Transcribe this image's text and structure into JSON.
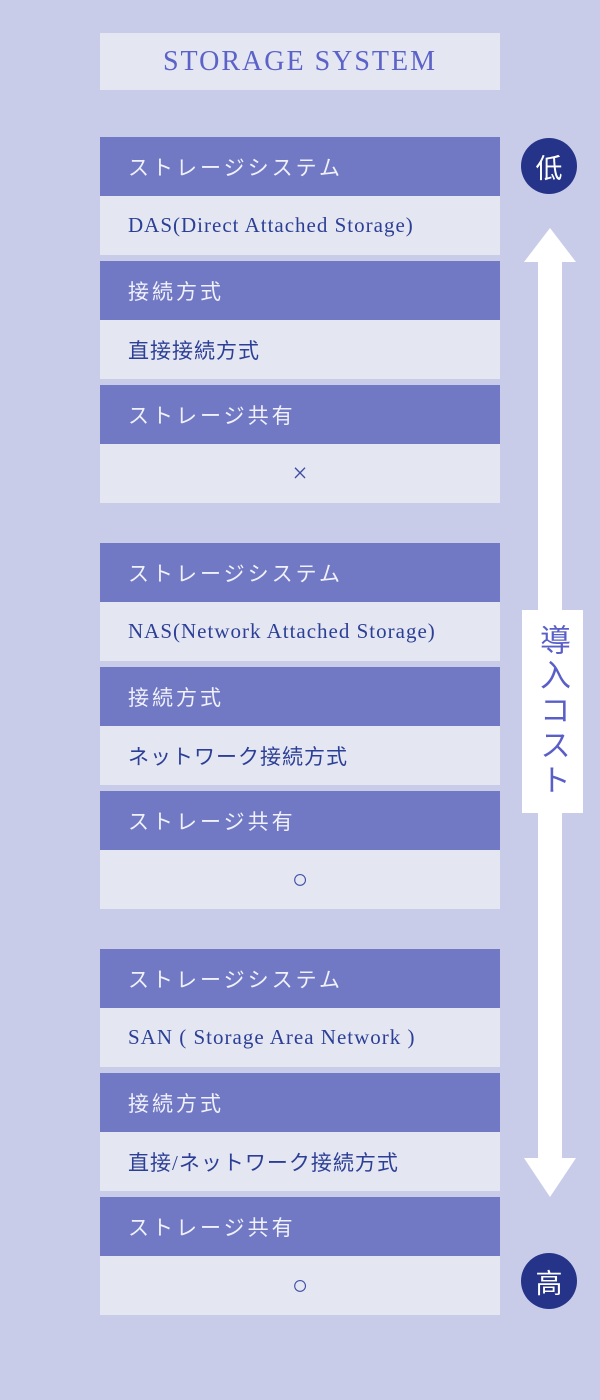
{
  "title": {
    "text": "STORAGE SYSTEM"
  },
  "cards": [
    {
      "system": "DAS",
      "rows": [
        {
          "label": "storage-system-header",
          "text": "ストレージシステム"
        },
        {
          "label": "storage-type",
          "text": "DAS(Direct Attached Storage)"
        },
        {
          "label": "connection-header",
          "text": "接続方式"
        },
        {
          "label": "connection-type",
          "text": "直接接続方式"
        },
        {
          "label": "sharing-header",
          "text": "ストレージ共有"
        },
        {
          "label": "sharing-value",
          "text": "×"
        }
      ]
    },
    {
      "system": "NAS",
      "rows": [
        {
          "label": "storage-system-header",
          "text": "ストレージシステム"
        },
        {
          "label": "storage-type",
          "text": "NAS(Network Attached Storage)"
        },
        {
          "label": "connection-header",
          "text": "接続方式"
        },
        {
          "label": "connection-type",
          "text": "ネットワーク接続方式"
        },
        {
          "label": "sharing-header",
          "text": "ストレージ共有"
        },
        {
          "label": "sharing-value",
          "text": "○"
        }
      ]
    },
    {
      "system": "SAN",
      "rows": [
        {
          "label": "storage-system-header",
          "text": "ストレージシステム"
        },
        {
          "label": "storage-type",
          "text": "SAN ( Storage Area Network )"
        },
        {
          "label": "connection-header",
          "text": "接続方式"
        },
        {
          "label": "connection-type",
          "text": "直接/ネットワーク接続方式"
        },
        {
          "label": "sharing-header",
          "text": "ストレージ共有"
        },
        {
          "label": "sharing-value",
          "text": "○"
        }
      ]
    }
  ],
  "cost_axis": {
    "low_label": "低",
    "axis_label": "導入コスト",
    "high_label": "高"
  },
  "colors": {
    "background": "#c9cce8",
    "header_row": "#7279c4",
    "value_row": "#e4e6f1",
    "title_box": "#e4e6f2",
    "title_text": "#5b62c8",
    "header_text": "#f0f1fa",
    "value_text": "#2c3f96",
    "symbol_text": "#3d4da5",
    "badge": "#253489",
    "axis_label_text": "#5a5fc8",
    "arrow": "#ffffff"
  }
}
